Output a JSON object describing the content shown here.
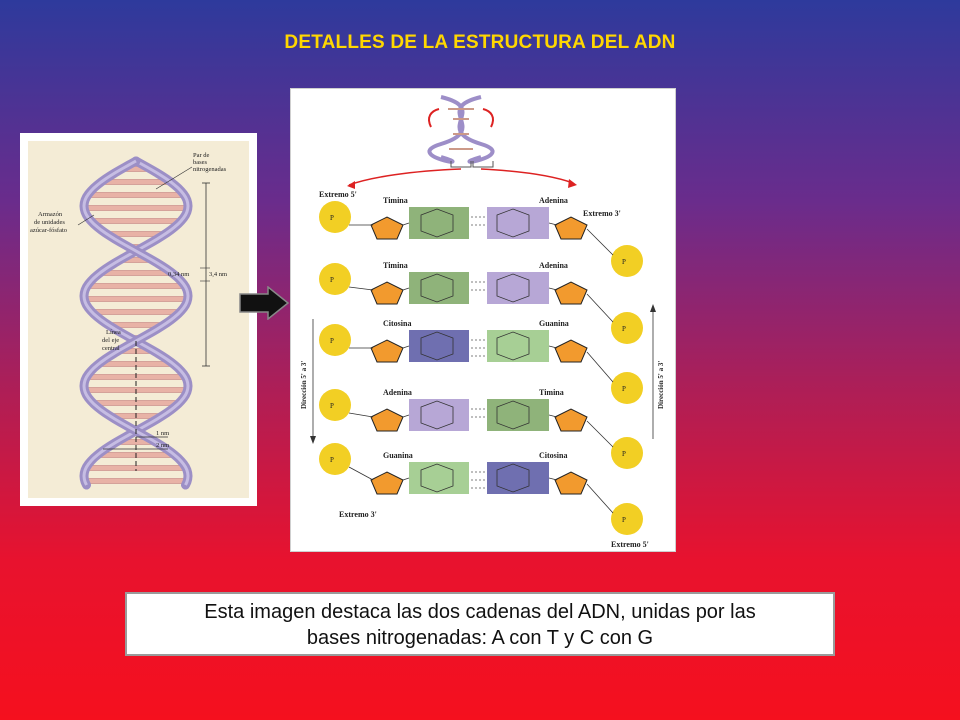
{
  "title": "DETALLES DE LA ESTRUCTURA DEL ADN",
  "left_figure": {
    "labels": {
      "par_bases": [
        "Par de",
        "bases",
        "nitrogenadas"
      ],
      "armazon": [
        "Armazón",
        "de unidades",
        "azúcar-fósfato"
      ],
      "linea_eje": [
        "Línea",
        "del eje",
        "central"
      ],
      "dist_034": "0,34 nm",
      "dist_34": "3,4 nm",
      "dist_1": "1 nm",
      "dist_2": "2 nm"
    }
  },
  "right_figure": {
    "extremo_5_top": "Extremo 5'",
    "extremo_3_top": "Extremo 3'",
    "extremo_3_bottom": "Extremo 3'",
    "extremo_5_bottom": "Extremo 5'",
    "direction_left": "Dirección 5' a 3'",
    "direction_right": "Dirección 5' a 3'",
    "pairs": [
      {
        "left": "Timina",
        "right": "Adenina"
      },
      {
        "left": "Timina",
        "right": "Adenina"
      },
      {
        "left": "Citosina",
        "right": "Guanina"
      },
      {
        "left": "Adenina",
        "right": "Timina"
      },
      {
        "left": "Guanina",
        "right": "Citosina"
      }
    ]
  },
  "caption": {
    "line1": "Esta imagen destaca las dos cadenas del ADN, unidas por las",
    "line2": "bases nitrogenadas: A con T y C con G"
  },
  "colors": {
    "title": "#ffd700",
    "phosphate": "#f2cf24",
    "sugar": "#f29a2e",
    "thymine": "#8fb37a",
    "adenine": "#b7a7d6",
    "cytosine": "#6f6fb0",
    "guanine": "#a7cf95"
  }
}
